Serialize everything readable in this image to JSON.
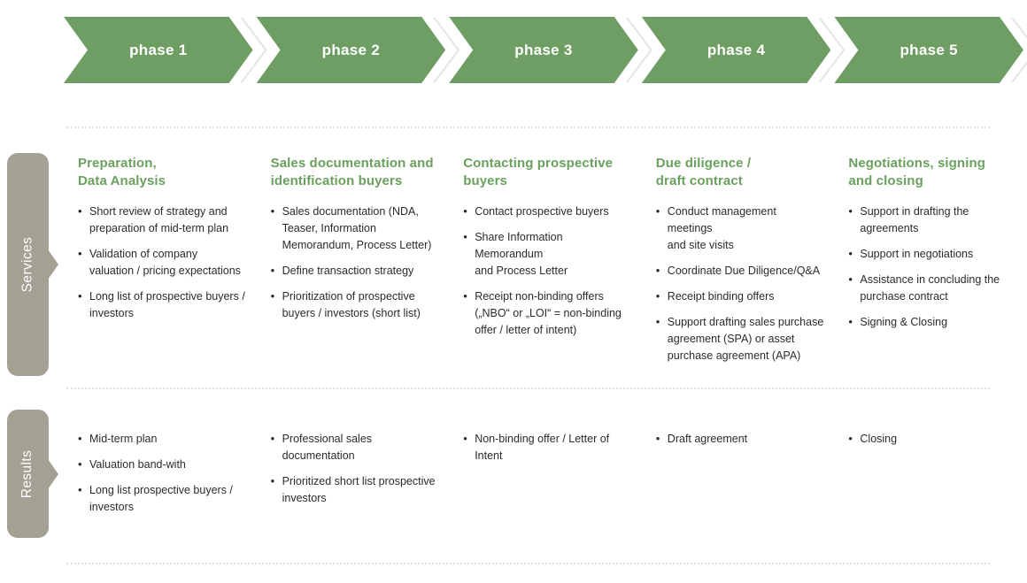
{
  "phases": [
    {
      "label": "phase 1"
    },
    {
      "label": "phase 2"
    },
    {
      "label": "phase 3"
    },
    {
      "label": "phase 4"
    },
    {
      "label": "phase 5"
    }
  ],
  "sections": {
    "services": {
      "tab_label": "Services",
      "columns": [
        {
          "heading": "Preparation,\nData Analysis",
          "bullets": [
            "Short review of strategy and\npreparation of mid-term plan",
            "Validation of company\nvaluation / pricing expectations",
            "Long list of prospective buyers /\ninvestors"
          ]
        },
        {
          "heading": "Sales documentation and\nidentification buyers",
          "bullets": [
            "Sales documentation (NDA,\nTeaser, Information\nMemorandum, Process Letter)",
            "Define transaction strategy",
            "Prioritization of prospective\nbuyers / investors (short list)"
          ]
        },
        {
          "heading": "Contacting prospective\nbuyers",
          "bullets": [
            "Contact prospective buyers",
            "Share Information Memorandum\nand Process Letter",
            "Receipt non-binding offers\n(„NBO“ or „LOI“ = non-binding\noffer / letter of intent)"
          ]
        },
        {
          "heading": "Due diligence /\ndraft contract",
          "bullets": [
            "Conduct management meetings\nand site visits",
            "Coordinate Due Diligence/Q&A",
            "Receipt binding offers",
            "Support drafting sales purchase\nagreement (SPA) or asset\npurchase agreement (APA)"
          ]
        },
        {
          "heading": "Negotiations, signing\nand closing",
          "bullets": [
            "Support in drafting the\nagreements",
            "Support in negotiations",
            "Assistance in concluding the\npurchase contract",
            "Signing & Closing"
          ]
        }
      ]
    },
    "results": {
      "tab_label": "Results",
      "columns": [
        {
          "bullets": [
            "Mid-term plan",
            "Valuation band-with",
            "Long list prospective buyers /\ninvestors"
          ]
        },
        {
          "bullets": [
            "Professional sales\ndocumentation",
            "Prioritized short list prospective\ninvestors"
          ]
        },
        {
          "bullets": [
            "Non-binding offer / Letter of\nIntent"
          ]
        },
        {
          "bullets": [
            "Draft agreement"
          ]
        },
        {
          "bullets": [
            "Closing"
          ]
        }
      ]
    }
  },
  "colors": {
    "arrow_green": "#6f9e64",
    "heading_green": "#6ba05f",
    "tab_taupe": "#a4a194",
    "separator_line": "#e7e5e1",
    "body_text": "#2b2b2b"
  }
}
